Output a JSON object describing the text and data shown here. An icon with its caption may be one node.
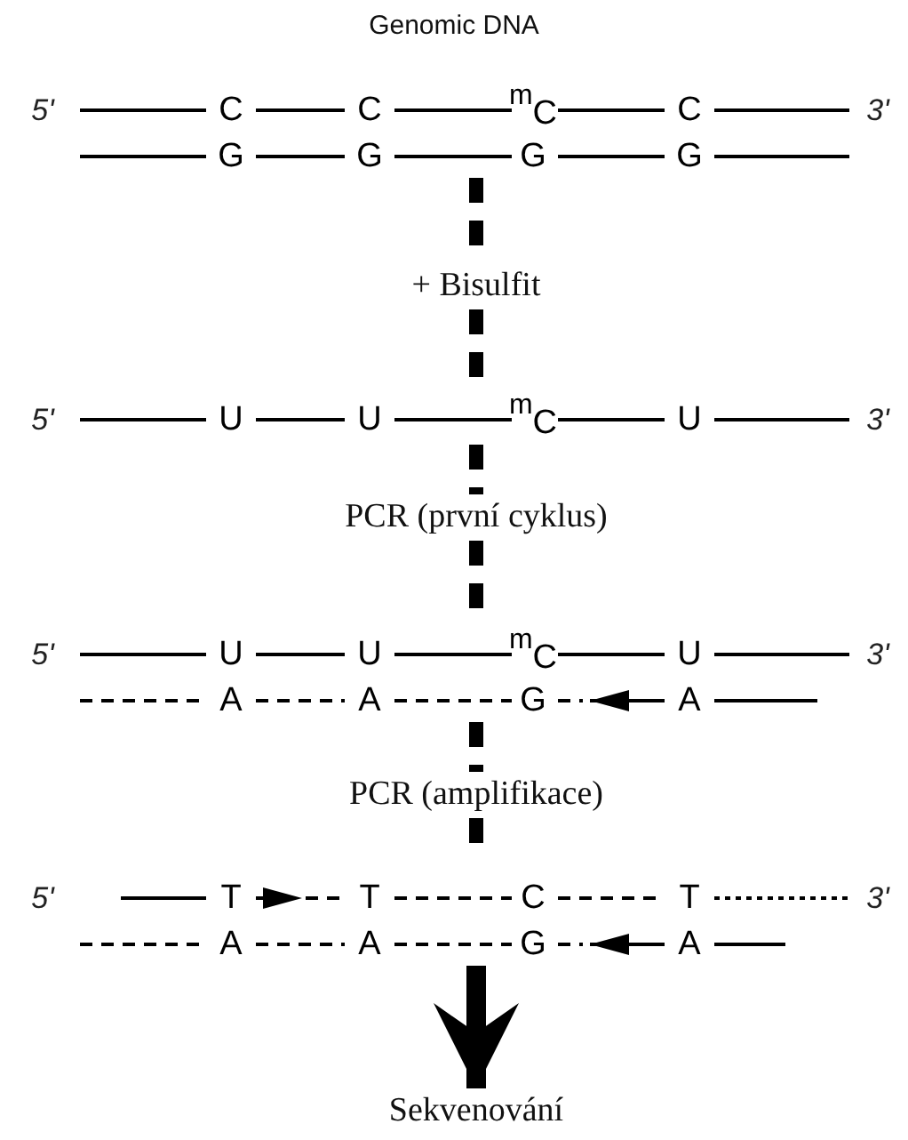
{
  "diagram": {
    "title": "Genomic DNA",
    "nodes": [
      {
        "text": [
          "5'",
          "C",
          "C",
          "$^{m}$C",
          "C",
          "3'",
          "G",
          "G",
          "G",
          "G"
        ]
      },
      {
        "text": [
          "+ Bisulfit"
        ]
      },
      {
        "text": [
          "5'",
          "U",
          "U",
          "$^{m}$C",
          "U",
          "3'"
        ]
      },
      {
        "text": [
          "PCR (první cyklus)"
        ]
      },
      {
        "text": [
          "5'",
          "U",
          "U",
          "$^{m}$C",
          "U",
          "3'",
          "A",
          "A",
          "G",
          "A"
        ]
      },
      {
        "text": [
          "PCR (amplifikace)"
        ]
      },
      {
        "text": [
          "5'",
          "T",
          "T",
          "C",
          "T",
          "3'",
          "A",
          "A",
          "G",
          "A"
        ]
      },
      {
        "text": [
          "Sekvenování"
        ]
      }
    ],
    "edges": [
      {
        "from": 0,
        "to": 1,
        "arrow": "none",
        "style": "dashed"
      },
      {
        "from": 1,
        "to": 2,
        "arrow": "none",
        "style": "dashed"
      },
      {
        "from": 2,
        "to": 3,
        "arrow": "none",
        "style": "dashed"
      },
      {
        "from": 3,
        "to": 4,
        "arrow": "none",
        "style": "dashed"
      },
      {
        "from": 4,
        "to": 5,
        "arrow": "none",
        "style": "dashed"
      },
      {
        "from": 5,
        "to": 6,
        "arrow": "none",
        "style": "dashed"
      },
      {
        "from": 6,
        "to": 7,
        "arrow": "to"
      }
    ]
  }
}
